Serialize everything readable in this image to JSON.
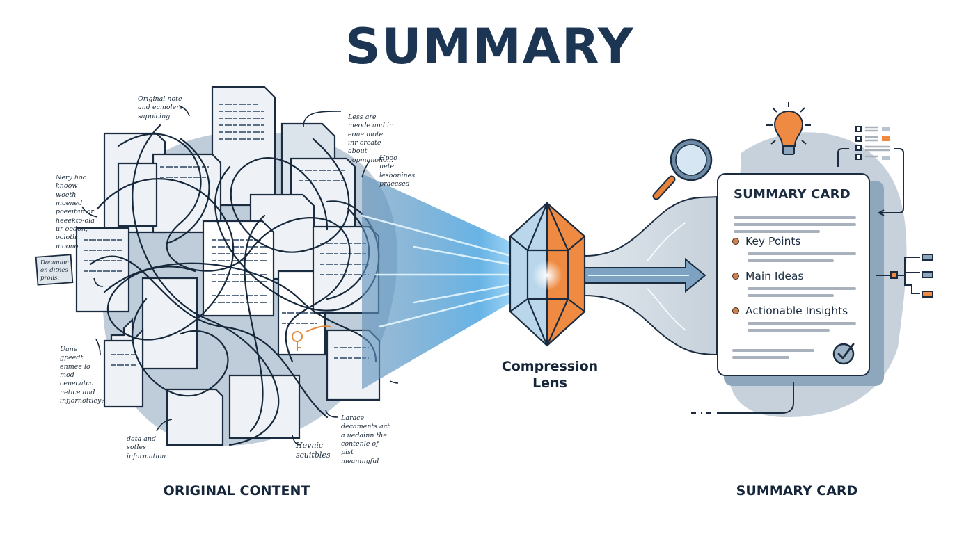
{
  "title": "SUMMARY",
  "sections": {
    "original": "ORIGINAL CONTENT",
    "summary": "SUMMARY CARD"
  },
  "lens": {
    "label_line1": "Compression",
    "label_line2": "Lens"
  },
  "card": {
    "title": "SUMMARY CARD",
    "items": [
      {
        "label": "Key Points"
      },
      {
        "label": "Main Ideas"
      },
      {
        "label": "Actionable Insights"
      }
    ]
  },
  "annotations": [
    {
      "text": "Original note and ecmolers sappicing."
    },
    {
      "text": "Less are meode and ir eone mote inr-create about oopmanolion."
    },
    {
      "text": "Hpoo nete lesbonines praecsed"
    },
    {
      "text": "Nery hoc knoow woeth moened poeeitan or heeekto-ola ur oedon, ooloth moono."
    },
    {
      "text": "Docunion on ditnes prolls."
    },
    {
      "text": "Uane gpeedt enmee lo mod cenecatco netice and infjornottley?"
    },
    {
      "text": "data and sotles information"
    },
    {
      "text": "Hevnic scuitbles"
    },
    {
      "text": "Larace decaments act a uedainn the contenle of pist meaningful"
    }
  ],
  "colors": {
    "navy": "#1b3553",
    "accent_orange": "#e8823a",
    "beam_blue": "#4aa8e0",
    "shadow_gray": "#c9d3dc"
  }
}
